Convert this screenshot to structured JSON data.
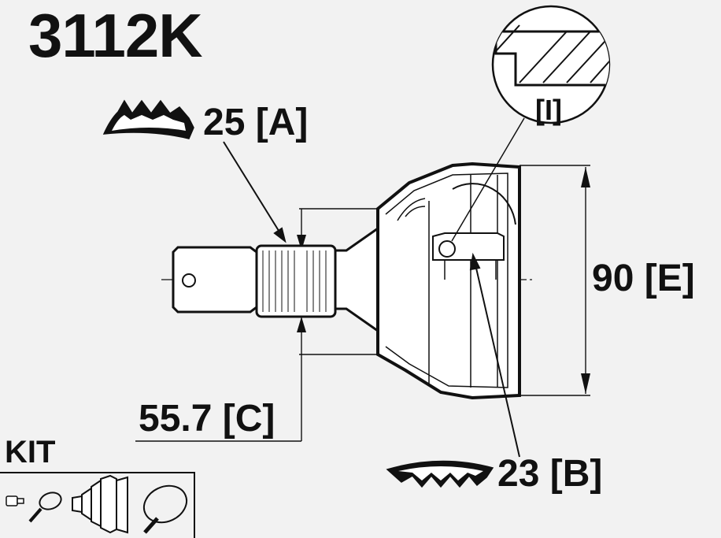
{
  "part_number": "3112K",
  "labels": {
    "outer_spline": "25 [A]",
    "inner_spline": "23 [B]",
    "shaft_diameter": "55.7 [C]",
    "outer_diameter": "90 [E]",
    "detail": "[I]",
    "kit": "KIT"
  },
  "kit_icons": [
    "nut-icon",
    "clamp-ring-icon",
    "boot-icon",
    "cable-tie-icon"
  ],
  "colors": {
    "ink": "#111111",
    "background": "#f2f2f2",
    "fill": "#ffffff"
  }
}
